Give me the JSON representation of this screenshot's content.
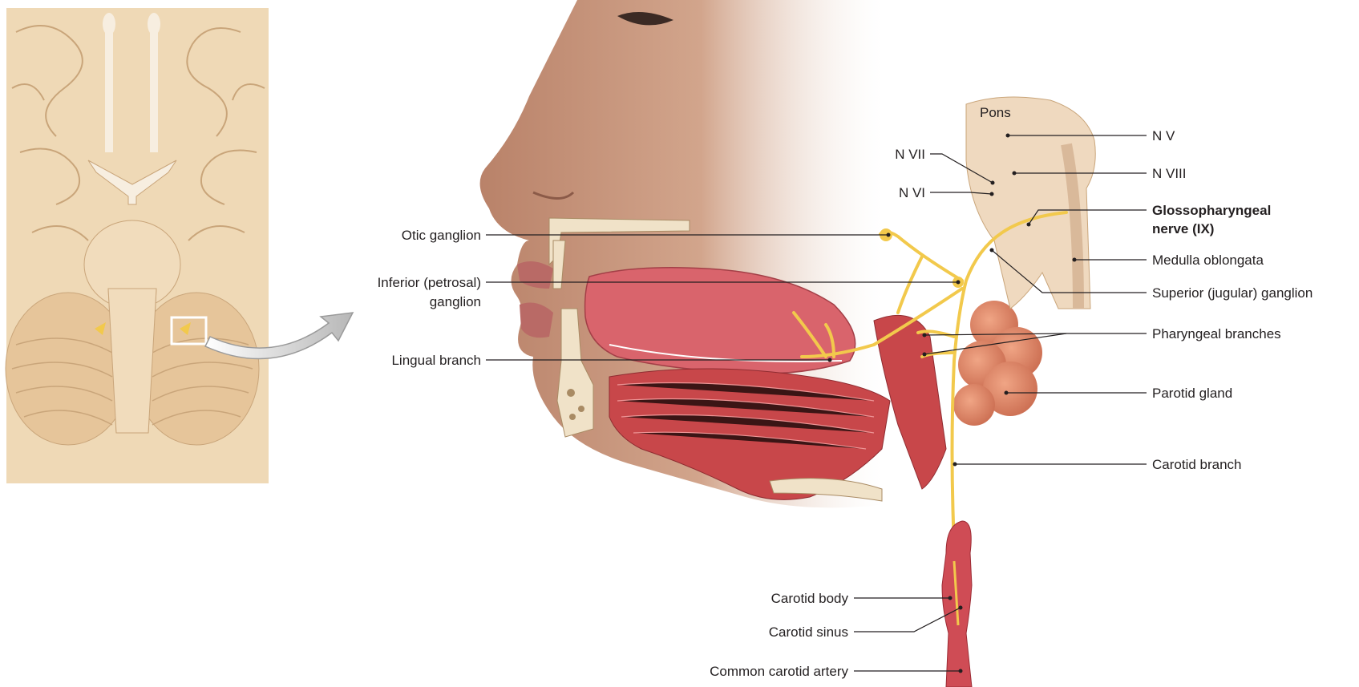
{
  "labels": {
    "otic_ganglion": "Otic ganglion",
    "inferior_ganglion_l1": "Inferior (petrosal)",
    "inferior_ganglion_l2": "ganglion",
    "lingual_branch": "Lingual branch",
    "pons": "Pons",
    "n_v": "N V",
    "n_vii": "N VII",
    "n_viii": "N VIII",
    "n_vi": "N VI",
    "glossopharyngeal_l1": "Glossopharyngeal",
    "glossopharyngeal_l2": "nerve (IX)",
    "medulla_oblongata": "Medulla oblongata",
    "superior_ganglion": "Superior (jugular) ganglion",
    "pharyngeal_branches": "Pharyngeal branches",
    "parotid_gland": "Parotid gland",
    "carotid_branch": "Carotid branch",
    "carotid_body": "Carotid body",
    "carotid_sinus": "Carotid sinus",
    "common_carotid_artery": "Common carotid artery"
  },
  "colors": {
    "skin": "#c99a80",
    "tongue": "#d9646c",
    "muscle": "#c8474a",
    "nerve": "#f2c94c",
    "bone": "#f0e2c8",
    "brain": "#e9cfa6",
    "gland": "#e08a6a",
    "artery": "#cf4c55"
  },
  "icons": {
    "arrow": "curved-arrow-icon"
  }
}
